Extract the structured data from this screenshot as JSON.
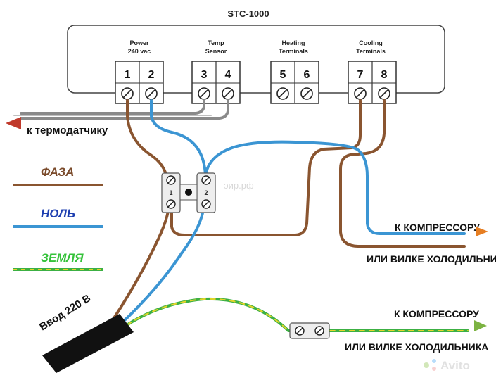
{
  "device": {
    "title": "STC-1000",
    "groups": [
      {
        "label_line1": "Power",
        "label_line2": "240 vac",
        "terminals": [
          "1",
          "2"
        ]
      },
      {
        "label_line1": "Temp",
        "label_line2": "Sensor",
        "terminals": [
          "3",
          "4"
        ]
      },
      {
        "label_line1": "Heating",
        "label_line2": "Terminals",
        "terminals": [
          "5",
          "6"
        ]
      },
      {
        "label_line1": "Cooling",
        "label_line2": "Terminals",
        "terminals": [
          "7",
          "8"
        ]
      }
    ]
  },
  "labels": {
    "sensor": "к термодатчику",
    "phase": "ФАЗА",
    "neutral": "НОЛЬ",
    "ground": "ЗЕМЛЯ",
    "input": "Ввод 220 В",
    "compressor_1_line1": "К КОМПРЕССОРУ",
    "compressor_1_line2": "ИЛИ ВИЛКЕ ХОЛОДИЛЬНИКА",
    "compressor_2_line1": "К КОМПРЕССОРУ",
    "compressor_2_line2": "ИЛИ ВИЛКЕ ХОЛОДИЛЬНИКА",
    "block_left": "1",
    "block_right": "2"
  },
  "watermarks": {
    "center": "эир.рф",
    "corner": "Avito"
  },
  "colors": {
    "phase": "#8a5530",
    "neutral": "#3b95d3",
    "ground_green": "#3cb043",
    "ground_yellow": "#e3d42a",
    "sensor_wire": "#808080",
    "phase_text": "#7a4a2a",
    "neutral_text": "#1e3fb0",
    "ground_text": "#35c23a",
    "arrow_red": "#c0392b",
    "arrow_orange": "#e67e22",
    "arrow_green": "#7cb342"
  }
}
